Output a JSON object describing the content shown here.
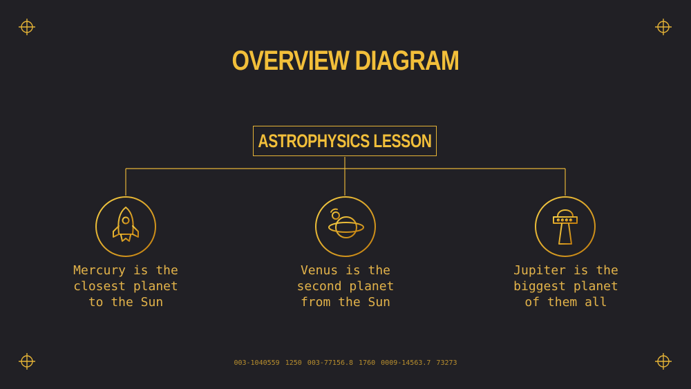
{
  "title": "OVERVIEW DIAGRAM",
  "root": {
    "label": "ASTROPHYSICS LESSON"
  },
  "nodes": [
    {
      "icon": "rocket-icon",
      "text": "Mercury is the\nclosest planet\nto the Sun"
    },
    {
      "icon": "planet-icon",
      "text": "Venus is the\nsecond planet\nfrom the Sun"
    },
    {
      "icon": "ufo-icon",
      "text": "Jupiter is the\nbiggest planet\nof them all"
    }
  ],
  "footer": "003-1040559    1250 003-77156.8   1760 0009-14563.7   73273",
  "colors": {
    "background": "#212025",
    "accent": "#f2bf3a",
    "accent_dark": "#c98a10"
  }
}
